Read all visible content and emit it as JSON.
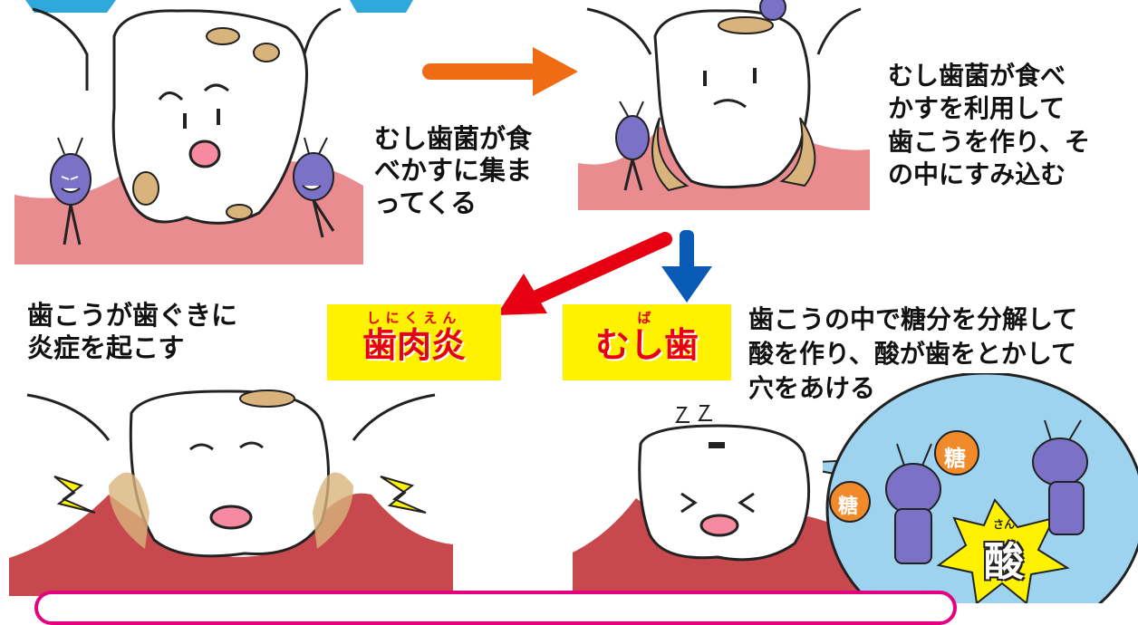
{
  "colors": {
    "gum": "#e98c8f",
    "gum_inflamed": "#c8494d",
    "plaque": "#d8b47c",
    "bacteria": "#7b72c8",
    "arrow_orange": "#ef6c14",
    "arrow_red": "#e60012",
    "arrow_blue": "#0a5bb5",
    "label_bg": "#fff200",
    "label_text": "#e60012",
    "bubble": "#9ed3ef",
    "acid_star": "#fff200",
    "sugar_ball": "#f08a2a",
    "bar_border": "#e4007f"
  },
  "captions": {
    "step1": [
      "むし歯菌が食",
      "べかすに集ま",
      "ってくる"
    ],
    "step2": [
      "むし歯菌が食べ",
      "かすを利用して",
      "歯こうを作り、そ",
      "の中にすみ込む"
    ],
    "gingivitis_desc": [
      "歯こうが歯ぐきに",
      "炎症を起こす"
    ],
    "caries_desc": [
      "歯こうの中で糖分を分解して",
      "酸を作り、酸が歯をとかして",
      "穴をあける"
    ]
  },
  "labels": {
    "gingivitis": {
      "ruby": "しにくえん",
      "name": "歯肉炎"
    },
    "caries": {
      "ruby": "ば",
      "name": "むし歯"
    }
  },
  "bubble": {
    "sugar_1": "糖",
    "sugar_2": "糖",
    "acid_ruby": "さん",
    "acid": "酸"
  },
  "icons": [
    "arrow-right-icon",
    "arrow-down-left-icon",
    "arrow-down-icon",
    "bacteria-icon",
    "tooth-icon",
    "lightning-icon"
  ]
}
